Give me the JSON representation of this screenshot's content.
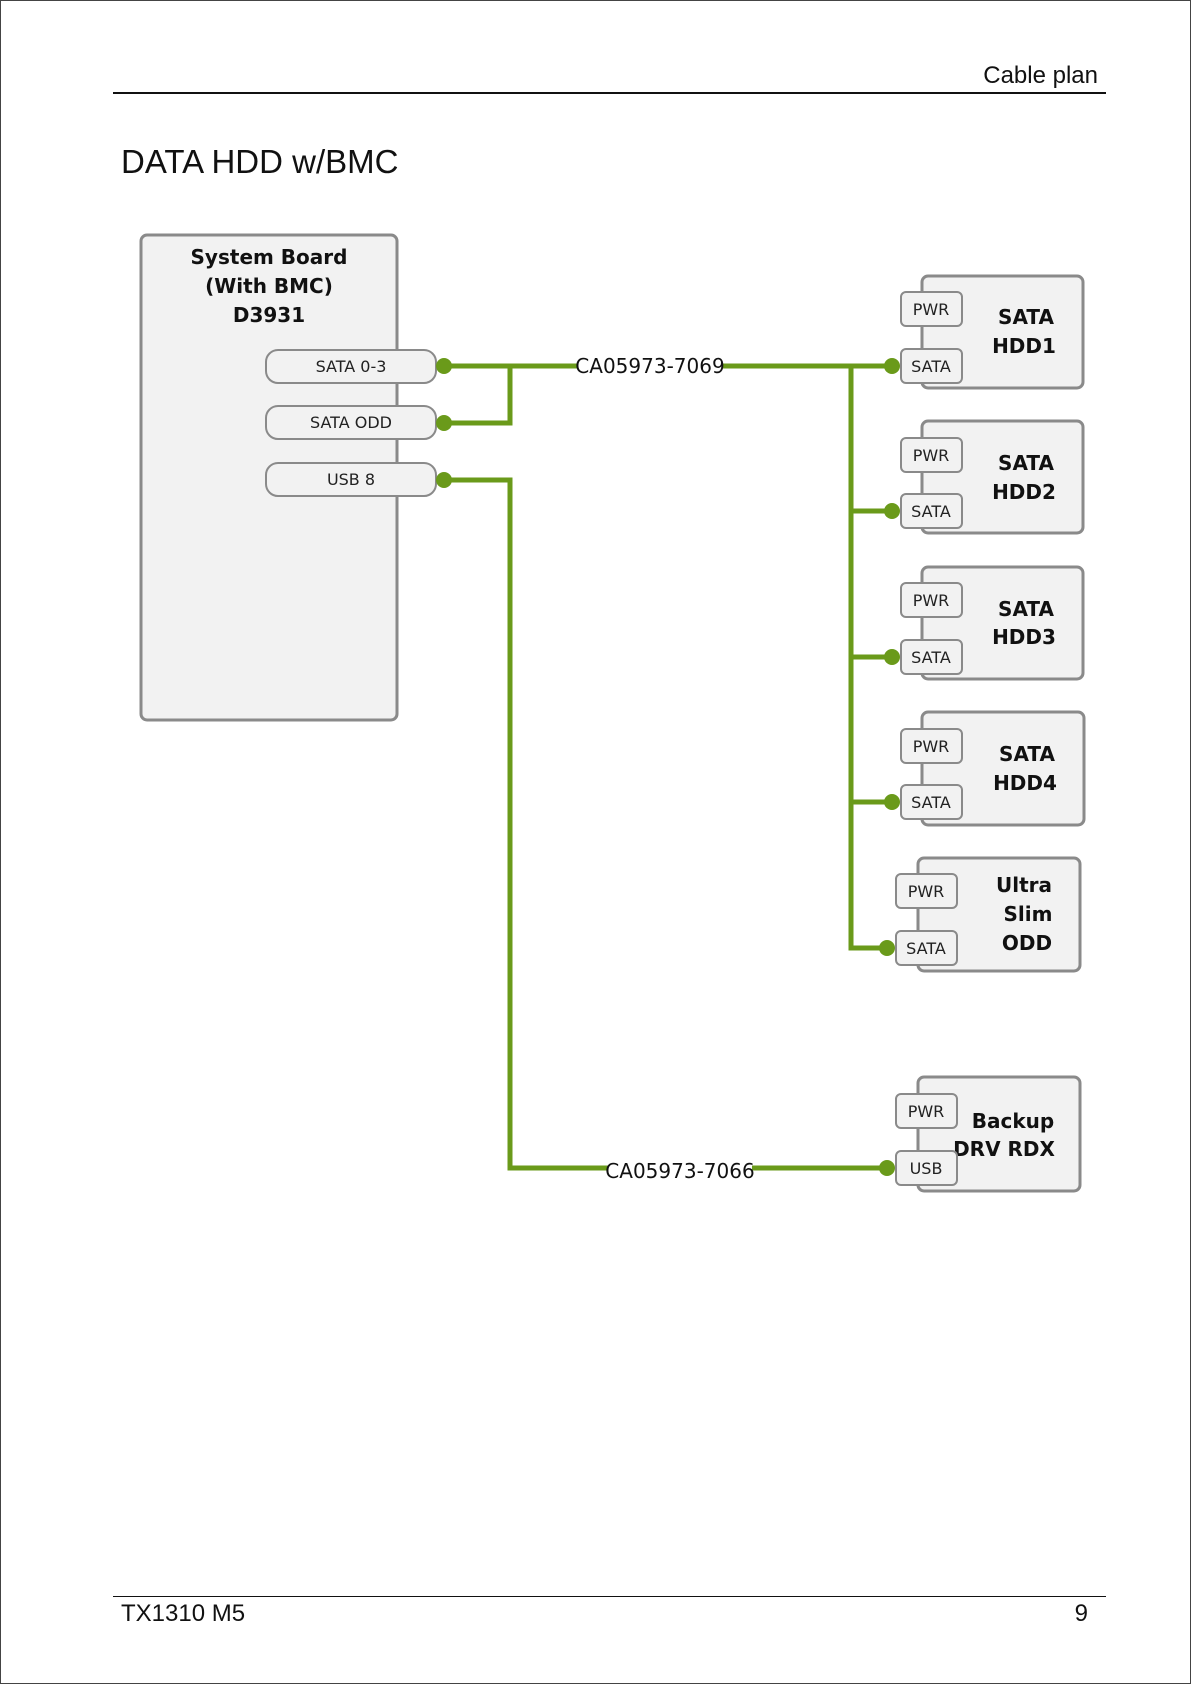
{
  "header": {
    "section": "Cable plan"
  },
  "page_title": "DATA HDD w/BMC",
  "footer": {
    "model": "TX1310 M5",
    "page_number": "9"
  },
  "colors": {
    "cable": "#6a9a1a",
    "box_fill": "#f2f2f2",
    "box_stroke": "#8a8a8a"
  },
  "diagram": {
    "system_board": {
      "title_lines": [
        "System Board",
        "(With BMC)",
        "D3931"
      ],
      "ports": [
        "SATA 0-3",
        "SATA ODD",
        "USB 8"
      ]
    },
    "cables": [
      {
        "label": "CA05973-7069"
      },
      {
        "label": "CA05973-7066"
      }
    ],
    "devices": [
      {
        "title_lines": [
          "SATA",
          "HDD1"
        ],
        "top_port": "PWR",
        "bottom_port": "SATA"
      },
      {
        "title_lines": [
          "SATA",
          "HDD2"
        ],
        "top_port": "PWR",
        "bottom_port": "SATA"
      },
      {
        "title_lines": [
          "SATA",
          "HDD3"
        ],
        "top_port": "PWR",
        "bottom_port": "SATA"
      },
      {
        "title_lines": [
          "SATA",
          "HDD4"
        ],
        "top_port": "PWR",
        "bottom_port": "SATA"
      },
      {
        "title_lines": [
          "Ultra",
          "Slim",
          "ODD"
        ],
        "top_port": "PWR",
        "bottom_port": "SATA"
      },
      {
        "title_lines": [
          "Backup",
          "DRV RDX"
        ],
        "top_port": "PWR",
        "bottom_port": "USB"
      }
    ]
  }
}
